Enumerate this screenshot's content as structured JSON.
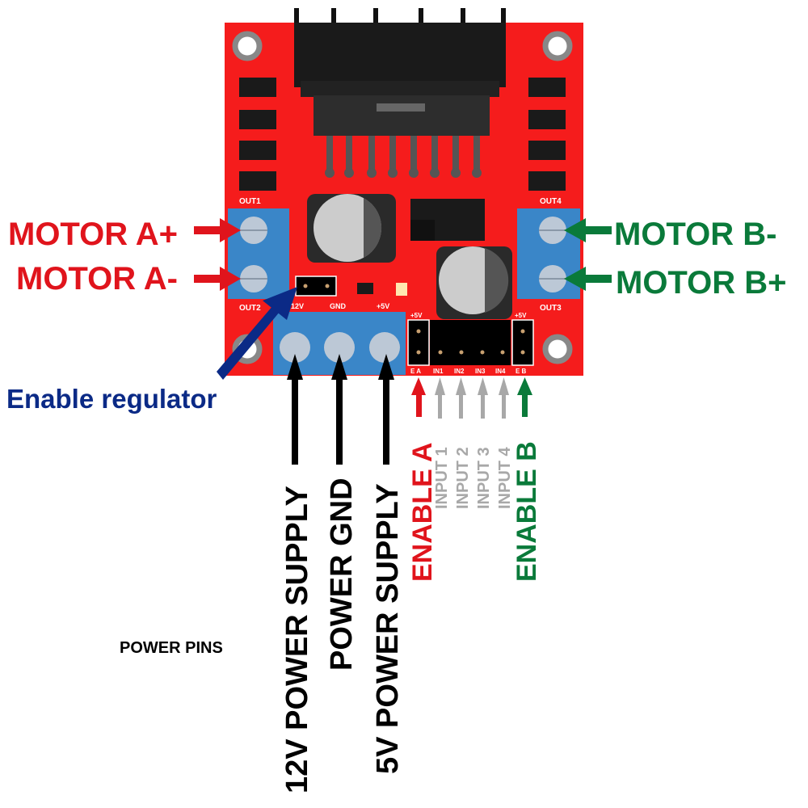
{
  "colors": {
    "board": "#f51c1c",
    "terminal": "#3a86c8",
    "motor_a": "#e0141c",
    "motor_b": "#0a7a3a",
    "regulator": "#0b2a86",
    "power": "#000000",
    "input": "#a8a8a8"
  },
  "board_labels": {
    "out1": "OUT1",
    "out2": "OUT2",
    "out3": "OUT3",
    "out4": "OUT4",
    "v12": "12V",
    "gnd": "GND",
    "v5": "+5V",
    "ena_5v": "+5V",
    "enb_5v": "+5V",
    "ena": "E A",
    "in1": "IN1",
    "in2": "IN2",
    "in3": "IN3",
    "in4": "IN4",
    "enb": "E B"
  },
  "labels": {
    "motor_a_plus": "MOTOR A+",
    "motor_a_minus": "MOTOR A-",
    "motor_b_minus": "MOTOR B-",
    "motor_b_plus": "MOTOR B+",
    "enable_regulator": "Enable regulator",
    "power_12v": "12V POWER SUPPLY",
    "power_gnd": "POWER GND",
    "power_5v": "5V POWER SUPPLY",
    "enable_a": "ENABLE A",
    "input1": "INPUT 1",
    "input2": "INPUT 2",
    "input3": "INPUT 3",
    "input4": "INPUT 4",
    "enable_b": "ENABLE B",
    "power_pins": "POWER PINS"
  }
}
